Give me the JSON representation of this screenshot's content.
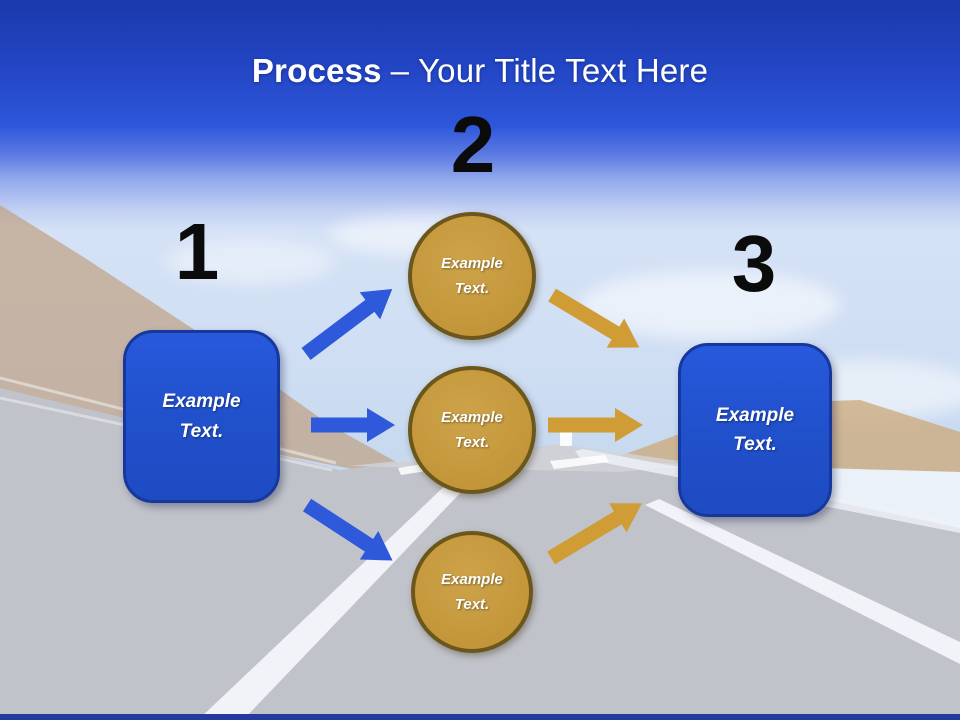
{
  "title": {
    "bold": "Process",
    "rest": "– Your Title Text Here"
  },
  "process": {
    "step1": {
      "number": "1",
      "label": "Example Text."
    },
    "step2": {
      "number": "2",
      "circles": [
        "Example Text.",
        "Example Text.",
        "Example Text."
      ]
    },
    "step3": {
      "number": "3",
      "label": "Example Text."
    }
  },
  "colors": {
    "header_blue_top": "#1b39ad",
    "header_blue_bottom": "#2e57db",
    "box_blue": "#2151cc",
    "box_border": "#16389c",
    "circle_gold": "#c6993d",
    "circle_border": "#6b561b",
    "arrow_blue": "#2d59da",
    "arrow_gold": "#cf9c35",
    "number_black": "#0b0b0b",
    "bottom_bar_blue": "#243a9f",
    "road_gray": "#c0c3c9",
    "hill_tan": "#c1a183"
  }
}
